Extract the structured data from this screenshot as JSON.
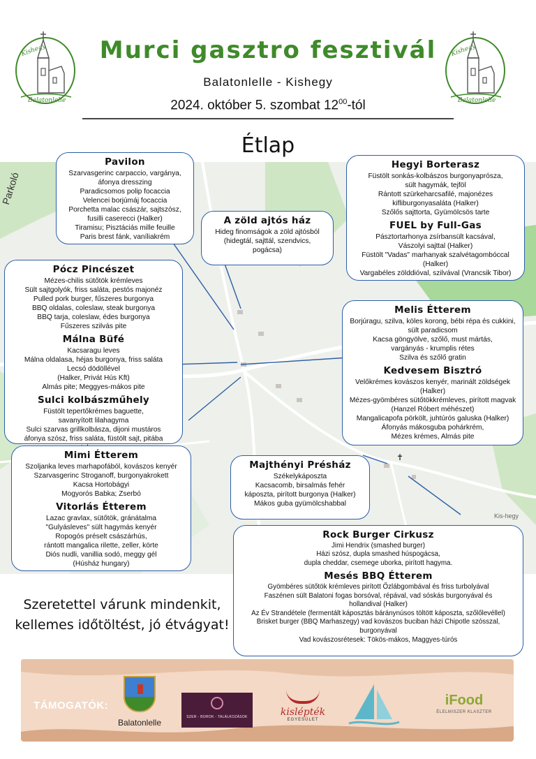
{
  "header": {
    "title": "Murci gasztro fesztivál",
    "subtitle": "Balatonlelle - Kishegy",
    "date_main": "2024. október 5. szombat 12",
    "date_sup": "00",
    "date_suffix": "-tól",
    "menu_title": "Étlap"
  },
  "logo": {
    "script_top": "Kishegy",
    "script_bottom": "Balatonlelle"
  },
  "map": {
    "parking_label": "Parkoló",
    "place_label": "Kis-hegy"
  },
  "bubbles": {
    "pavilon": {
      "name": "Pavilon",
      "items": [
        "Szarvasgerinc carpaccio, vargánya,",
        "áfonya dresszing",
        "Paradicsomos polip focaccia",
        "Velencei borjúmáj focaccia",
        "Porchetta malac császár, sajtszósz,",
        "fusilli caserecci (Halker)",
        "Tiramisu; Pisztáciás mille feuille",
        "Paris brest fánk, vaníliakrém"
      ]
    },
    "zold": {
      "name": "A zöld ajtós ház",
      "items": [
        "Hideg finomságok a zöld ajtósból",
        "(hidegtál, sajttál, szendvics,",
        "pogácsa)"
      ]
    },
    "hegyi": {
      "name": "Hegyi Borterasz",
      "items": [
        "Füstölt sonkás-kolbászos burgonyaprósza,",
        "sült hagymák, tejföl",
        "Rántott szürkeharcsafilé, majonézes",
        "kifliburgonyasaláta (Halker)",
        "Szőlős sajttorta, Gyümölcsös tarte"
      ]
    },
    "fuel": {
      "name": "FUEL by Full-Gas",
      "items": [
        "Pásztortarhonya zsírbansült kacsával,",
        "Vászolyi sajttal (Halker)",
        "Füstölt \"Vadas\" marhanyak szalvétagombóccal",
        "(Halker)",
        "Vargabéles zölddióval, szilvával (Vrancsik Tibor)"
      ]
    },
    "pocz": {
      "name": "Pócz Pincészet",
      "items": [
        "Mézes-chilis sütőtök krémleves",
        "Sült sajtgolyók, friss saláta, pestós majonéz",
        "Pulled pork burger, fűszeres burgonya",
        "BBQ oldalas, coleslaw, steak burgonya",
        "BBQ tarja, coleslaw, édes burgonya",
        "Fűszeres szilvás pite"
      ]
    },
    "malna": {
      "name": "Málna Büfé",
      "items": [
        "Kacsaragu leves",
        "Málna oldalasa, héjas burgonya, friss saláta",
        "Lecsó dödöllével",
        "(Halker, Privát Hús Kft)",
        "Almás pite; Meggyes-mákos pite"
      ]
    },
    "sulci": {
      "name": "Sulci kolbászműhely",
      "items": [
        "Füstölt tepertőkrémes baguette,",
        "savanyított lilahagyma",
        "Sulci szarvas grillkolbásza, dijoni mustáros",
        "áfonya szósz, friss saláta, füstölt sajt, pitába",
        "tekerve."
      ]
    },
    "melis": {
      "name": "Melis Étterem",
      "items": [
        "Borjúragu, szilva, köles korong, bébi répa és cukkini,",
        "sült paradicsom",
        "Kacsa göngyölve, szőlő, must mártás,",
        "vargányás - krumplis rétes",
        "Szilva és szőlő gratin"
      ]
    },
    "kedvesem": {
      "name": "Kedvesem Bisztró",
      "items": [
        "Velőkrémes kovászos kenyér, marinált zöldségek",
        "(Halker)",
        "Mézes-gyömbéres sütőtökkrémleves, pirított magvak",
        "(Hanzel Róbert méhészet)",
        "Mangalicapofa pörkölt, juhtúrós galuska (Halker)",
        "Áfonyás mákosguba pohárkrém,",
        "Mézes krémes, Almás pite"
      ]
    },
    "mimi": {
      "name": "Mimi Étterem",
      "items": [
        "Szoljanka leves marhapofából, kovászos kenyér",
        "Szarvasgerinc Stroganoff, burgonyakrokett",
        "Kacsa Hortobágyi",
        "Mogyorós Babka; Zserbó"
      ]
    },
    "vitorlas": {
      "name": "Vitorlás Étterem",
      "items": [
        "Lazac gravlax, sütőtök, gránátalma",
        "\"Gulyásleves\" sült hagymás kenyér",
        "Ropogós préselt császárhús,",
        "rántott mangalica rilette, zeller, körte",
        "Diós nudli, vanillia sodó, meggy gél",
        "(Húsház hungary)"
      ]
    },
    "majthenyi": {
      "name": "Majthényi Présház",
      "items": [
        "Székelykáposzta",
        "Kacsacomb, birsalmás fehér",
        "káposzta, pirított burgonya (Halker)",
        "Mákos guba gyümölcshabbal"
      ]
    },
    "rock": {
      "name": "Rock Burger Cirkusz",
      "items": [
        "Jimi Hendrix (smashed burger)",
        "Házi szósz, dupla smashed húspogácsa,",
        "dupla cheddar, csemege uborka, pirított hagyma."
      ]
    },
    "meses": {
      "name": "Mesés BBQ Étterem",
      "items": [
        "Gyömbéres sütőtök krémleves pirított Őzlábgombával és friss turbolyával",
        "Faszénen sült Balatoni fogas borsóval, répával, vad sóskás burgonyával és",
        "hollandival (Halker)",
        "Az Év Strandétele (fermentált káposztás báránynúsos töltött káposzta, szőlőlevéllel)",
        "Brisket burger (BBQ Marhaszegy) vad kovászos buciban házi Chipotle szósszal,",
        "burgonyával",
        "Vad kovászosrétesek: Tökös-mákos, Maggyes-túrós"
      ]
    }
  },
  "greeting": {
    "line1": "Szeretettel várunk mindenkit,",
    "line2": "kellemes időtöltést, jó étvágyat!"
  },
  "sponsors": {
    "label": "TÁMOGATÓK:",
    "balatonlelle": "Balatonlelle",
    "szekrendezvenyek": "SZER - BOROK - TALÁLKOZÁSOK",
    "kislepetek": "kislépték",
    "kislepetek_sub": "EGYESÜLET",
    "ifood": "iFood",
    "ifood_sub": "ÉLELMISZER KLASZTER"
  }
}
